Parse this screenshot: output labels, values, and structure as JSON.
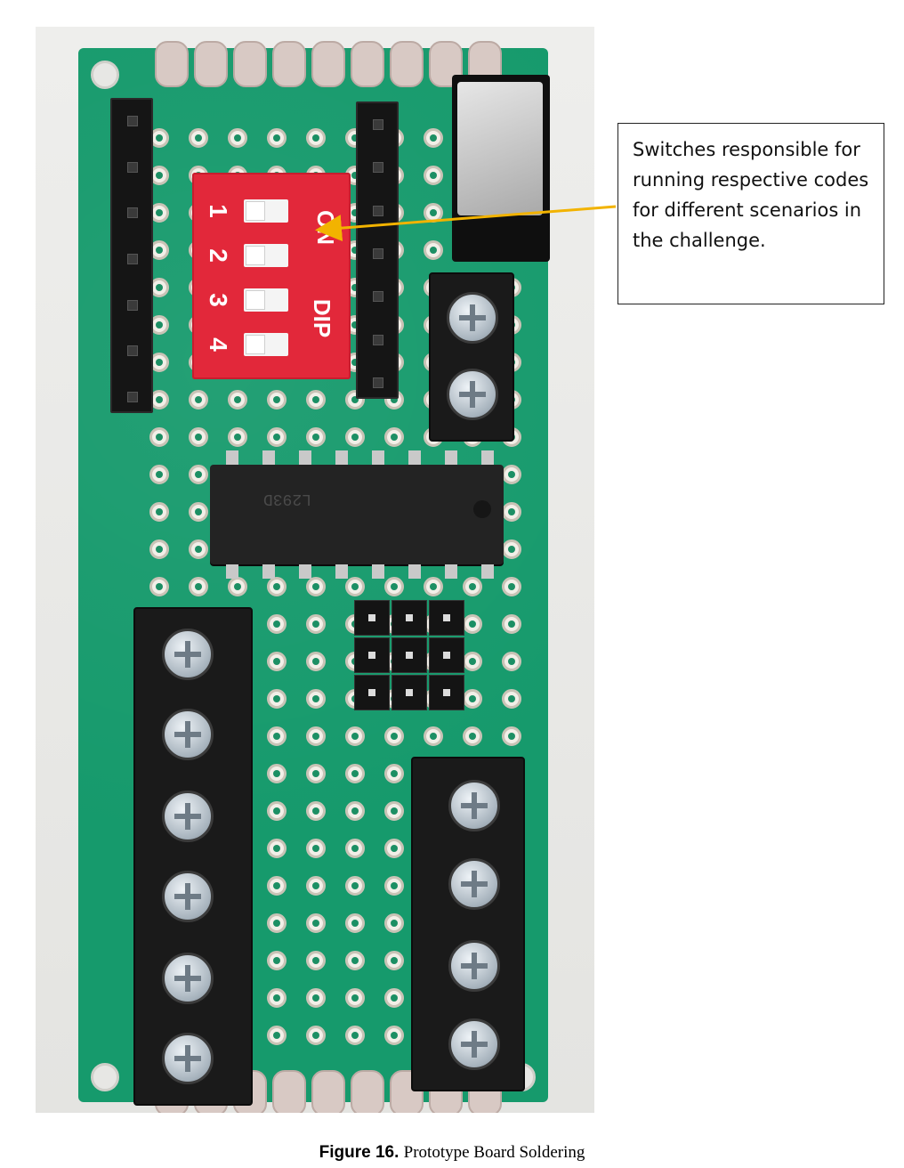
{
  "callout": {
    "text": "Switches responsible for running respective codes for different scenarios in the challenge."
  },
  "dip_switch": {
    "numbers": [
      "1",
      "2",
      "3",
      "4"
    ],
    "on_label": "ON",
    "dip_label": "DIP"
  },
  "ic_marking": "L293D",
  "caption": {
    "label": "Figure 16.",
    "title": "Prototype Board Soldering"
  },
  "colors": {
    "board": "#169a6c",
    "dip_switch": "#e2283a",
    "arrow": "#f2b300"
  }
}
